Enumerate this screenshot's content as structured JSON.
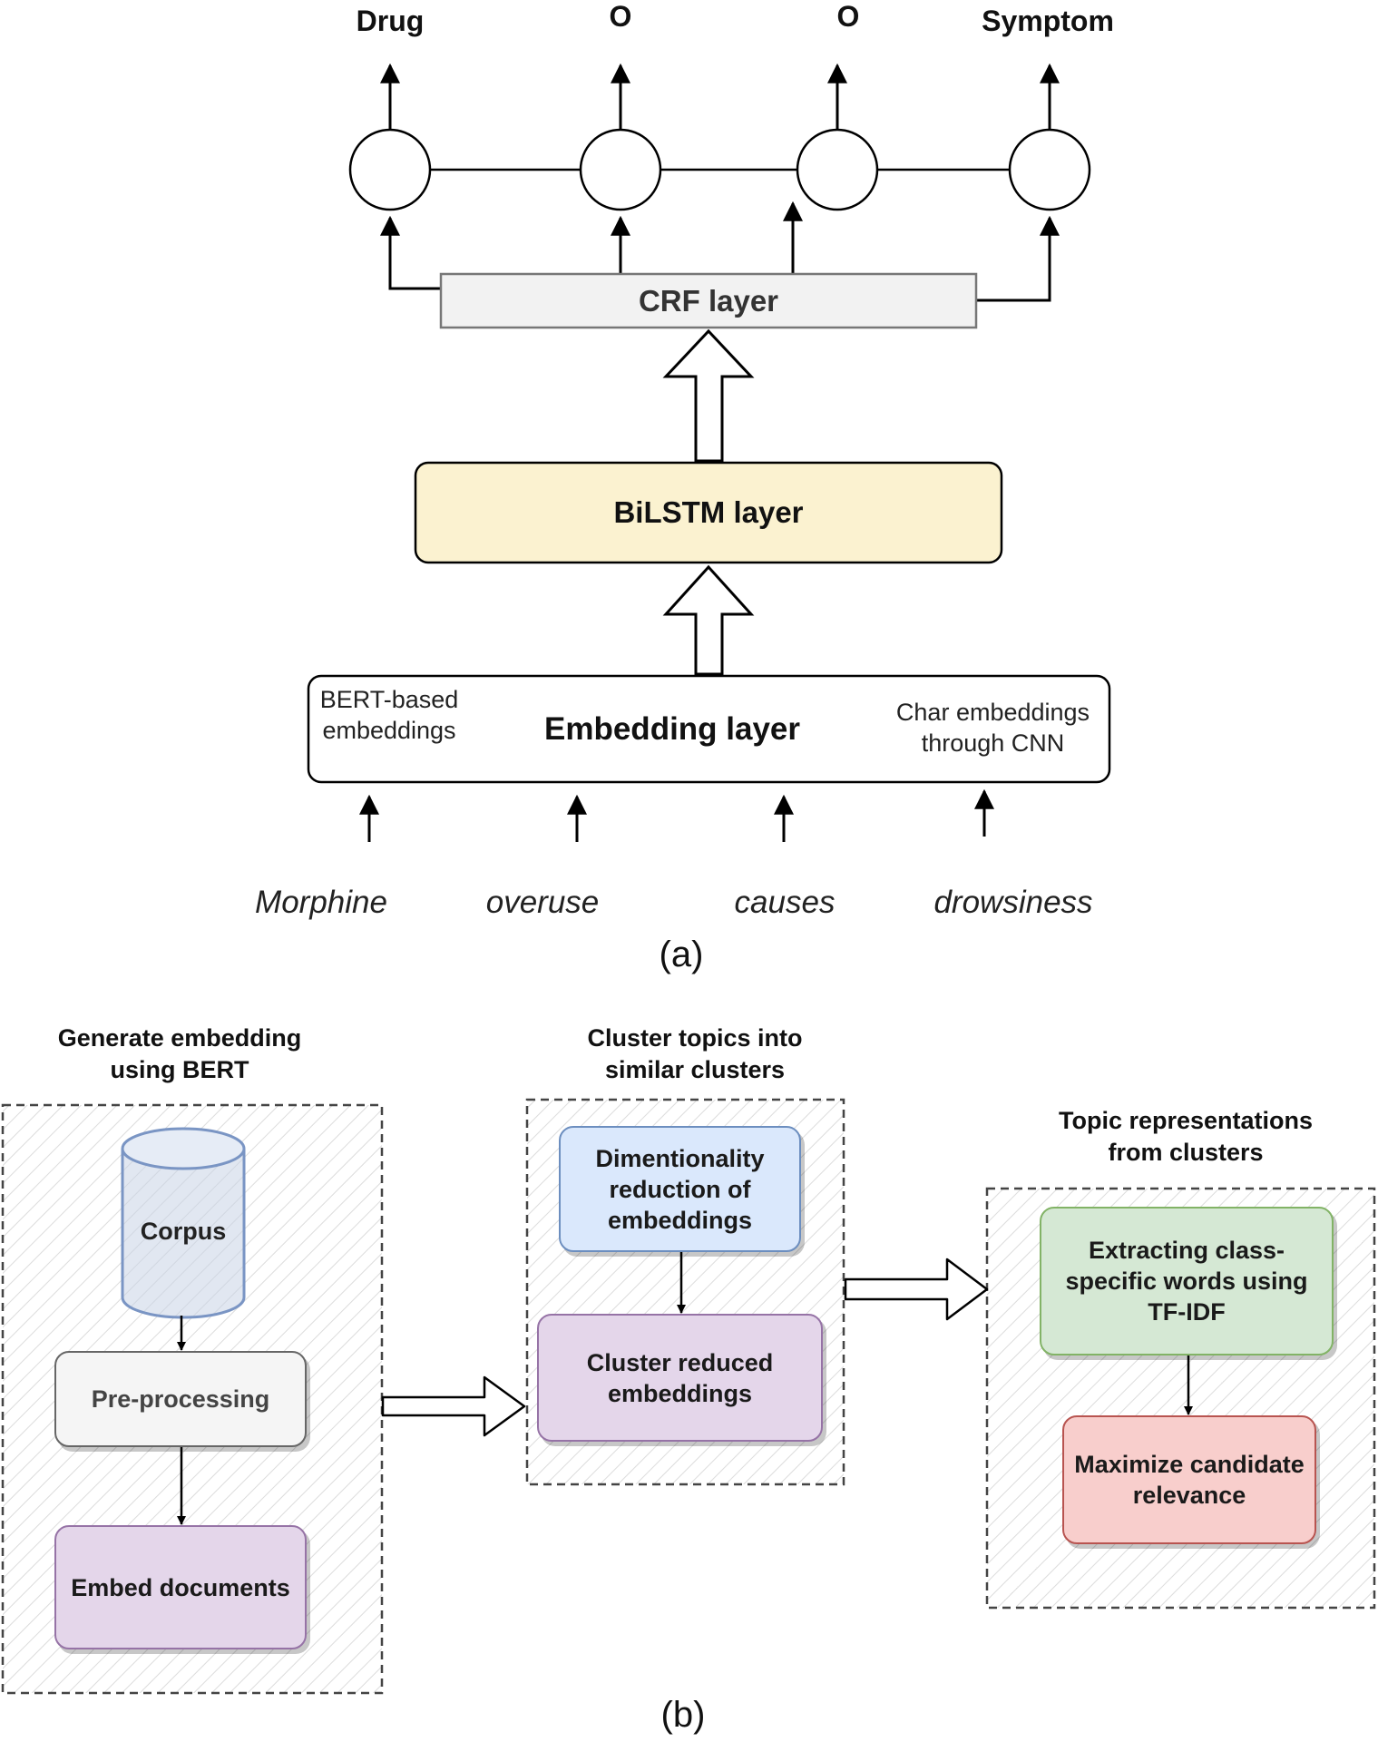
{
  "diagram_a": {
    "output_tags": [
      "Drug",
      "O",
      "O",
      "Symptom"
    ],
    "crf_label": "CRF layer",
    "bilstm_label": "BiLSTM layer",
    "embedding_label": "Embedding layer",
    "bert_embeddings_label": "BERT-based embeddings",
    "char_embeddings_label": "Char embeddings through CNN",
    "input_words": [
      "Morphine",
      "overuse",
      "causes",
      "drowsiness"
    ],
    "caption": "(a)"
  },
  "diagram_b": {
    "group1": {
      "heading": "Generate embedding using BERT",
      "corpus_label": "Corpus",
      "preprocessing_label": "Pre-processing",
      "embed_label": "Embed documents"
    },
    "group2": {
      "heading": "Cluster topics into similar clusters",
      "dim_reduction_label": "Dimentionality reduction of embeddings",
      "cluster_label": "Cluster reduced embeddings"
    },
    "group3": {
      "heading": "Topic representations from clusters",
      "extract_label": "Extracting class-specific words using TF-IDF",
      "maximize_label": "Maximize candidate relevance"
    },
    "caption": "(b)"
  },
  "colors": {
    "bilstm_fill": "#fbf2d0",
    "crf_fill": "#f2f2f2",
    "corpus_stroke": "#7a95c4",
    "preprocess_fill": "#f5f5f5",
    "purple_fill": "#e4d6ea",
    "blue_fill": "#dae8fc",
    "green_fill": "#d5e8d4",
    "red_fill": "#f8cecc"
  }
}
